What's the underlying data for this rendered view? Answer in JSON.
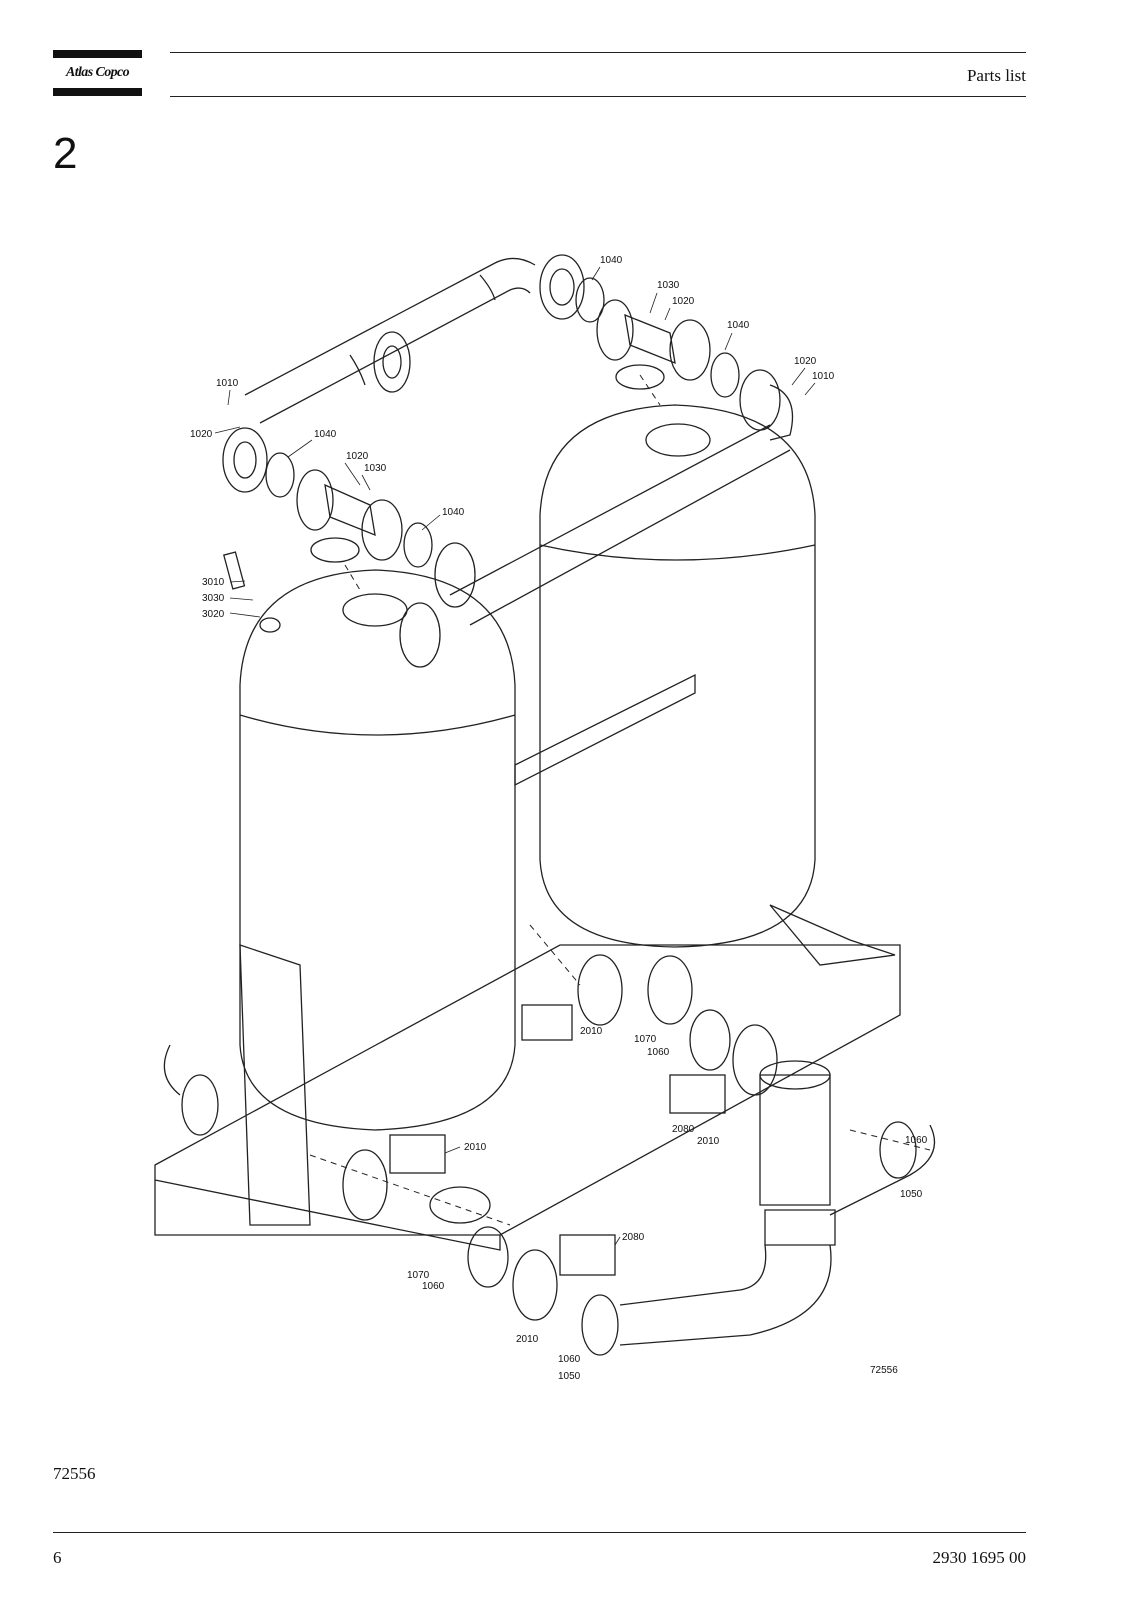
{
  "header": {
    "brand": "Atlas Copco",
    "section_title": "Parts list"
  },
  "section_number": "2",
  "drawing": {
    "drawing_id": "72556",
    "callouts": {
      "c1010a": "1010",
      "c1020a": "1020",
      "c1040a": "1040",
      "c1020b": "1020",
      "c1030a": "1030",
      "c1040b": "1040",
      "c1040c": "1040",
      "c1030b": "1030",
      "c1020c": "1020",
      "c1040d": "1040",
      "c1020d": "1020",
      "c1010b": "1010",
      "c3010": "3010",
      "c3030": "3030",
      "c3020": "3020",
      "c2010a": "2010",
      "c1070a": "1070",
      "c1060a": "1060",
      "c2080a": "2080",
      "c2010b": "2010",
      "c2010c": "2010",
      "c1060b": "1060",
      "c1050a": "1050",
      "c2080b": "2080",
      "c1070b": "1070",
      "c1060c": "1060",
      "c2010d": "2010",
      "c1060d": "1060",
      "c1050b": "1050"
    }
  },
  "figure_ref": "72556",
  "footer": {
    "page_number": "6",
    "doc_number": "2930 1695 00"
  },
  "icons": {
    "brand_logo": "atlas-copco-logo"
  }
}
